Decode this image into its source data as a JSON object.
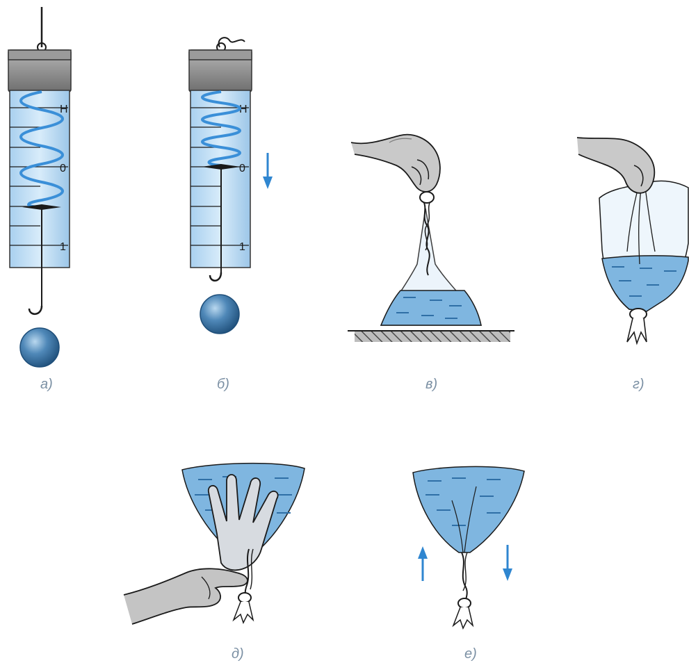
{
  "panels": [
    {
      "id": "a",
      "caption": "а)",
      "scale": {
        "top": "Н",
        "zero": "0",
        "one": "1"
      }
    },
    {
      "id": "b",
      "caption": "б)",
      "scale": {
        "top": "Н",
        "zero": "0",
        "one": "1"
      }
    },
    {
      "id": "v",
      "caption": "в)"
    },
    {
      "id": "g",
      "caption": "г)"
    },
    {
      "id": "d",
      "caption": "д)"
    },
    {
      "id": "e",
      "caption": "е)"
    }
  ],
  "colors": {
    "water": "#7fb6e0",
    "water_dark": "#2f6fa6",
    "spring": "#3a8fd8",
    "ball": "#4f88b8",
    "cap": "#8a8a8a",
    "arrow": "#2f86d0",
    "ink": "#1a1a1a"
  }
}
